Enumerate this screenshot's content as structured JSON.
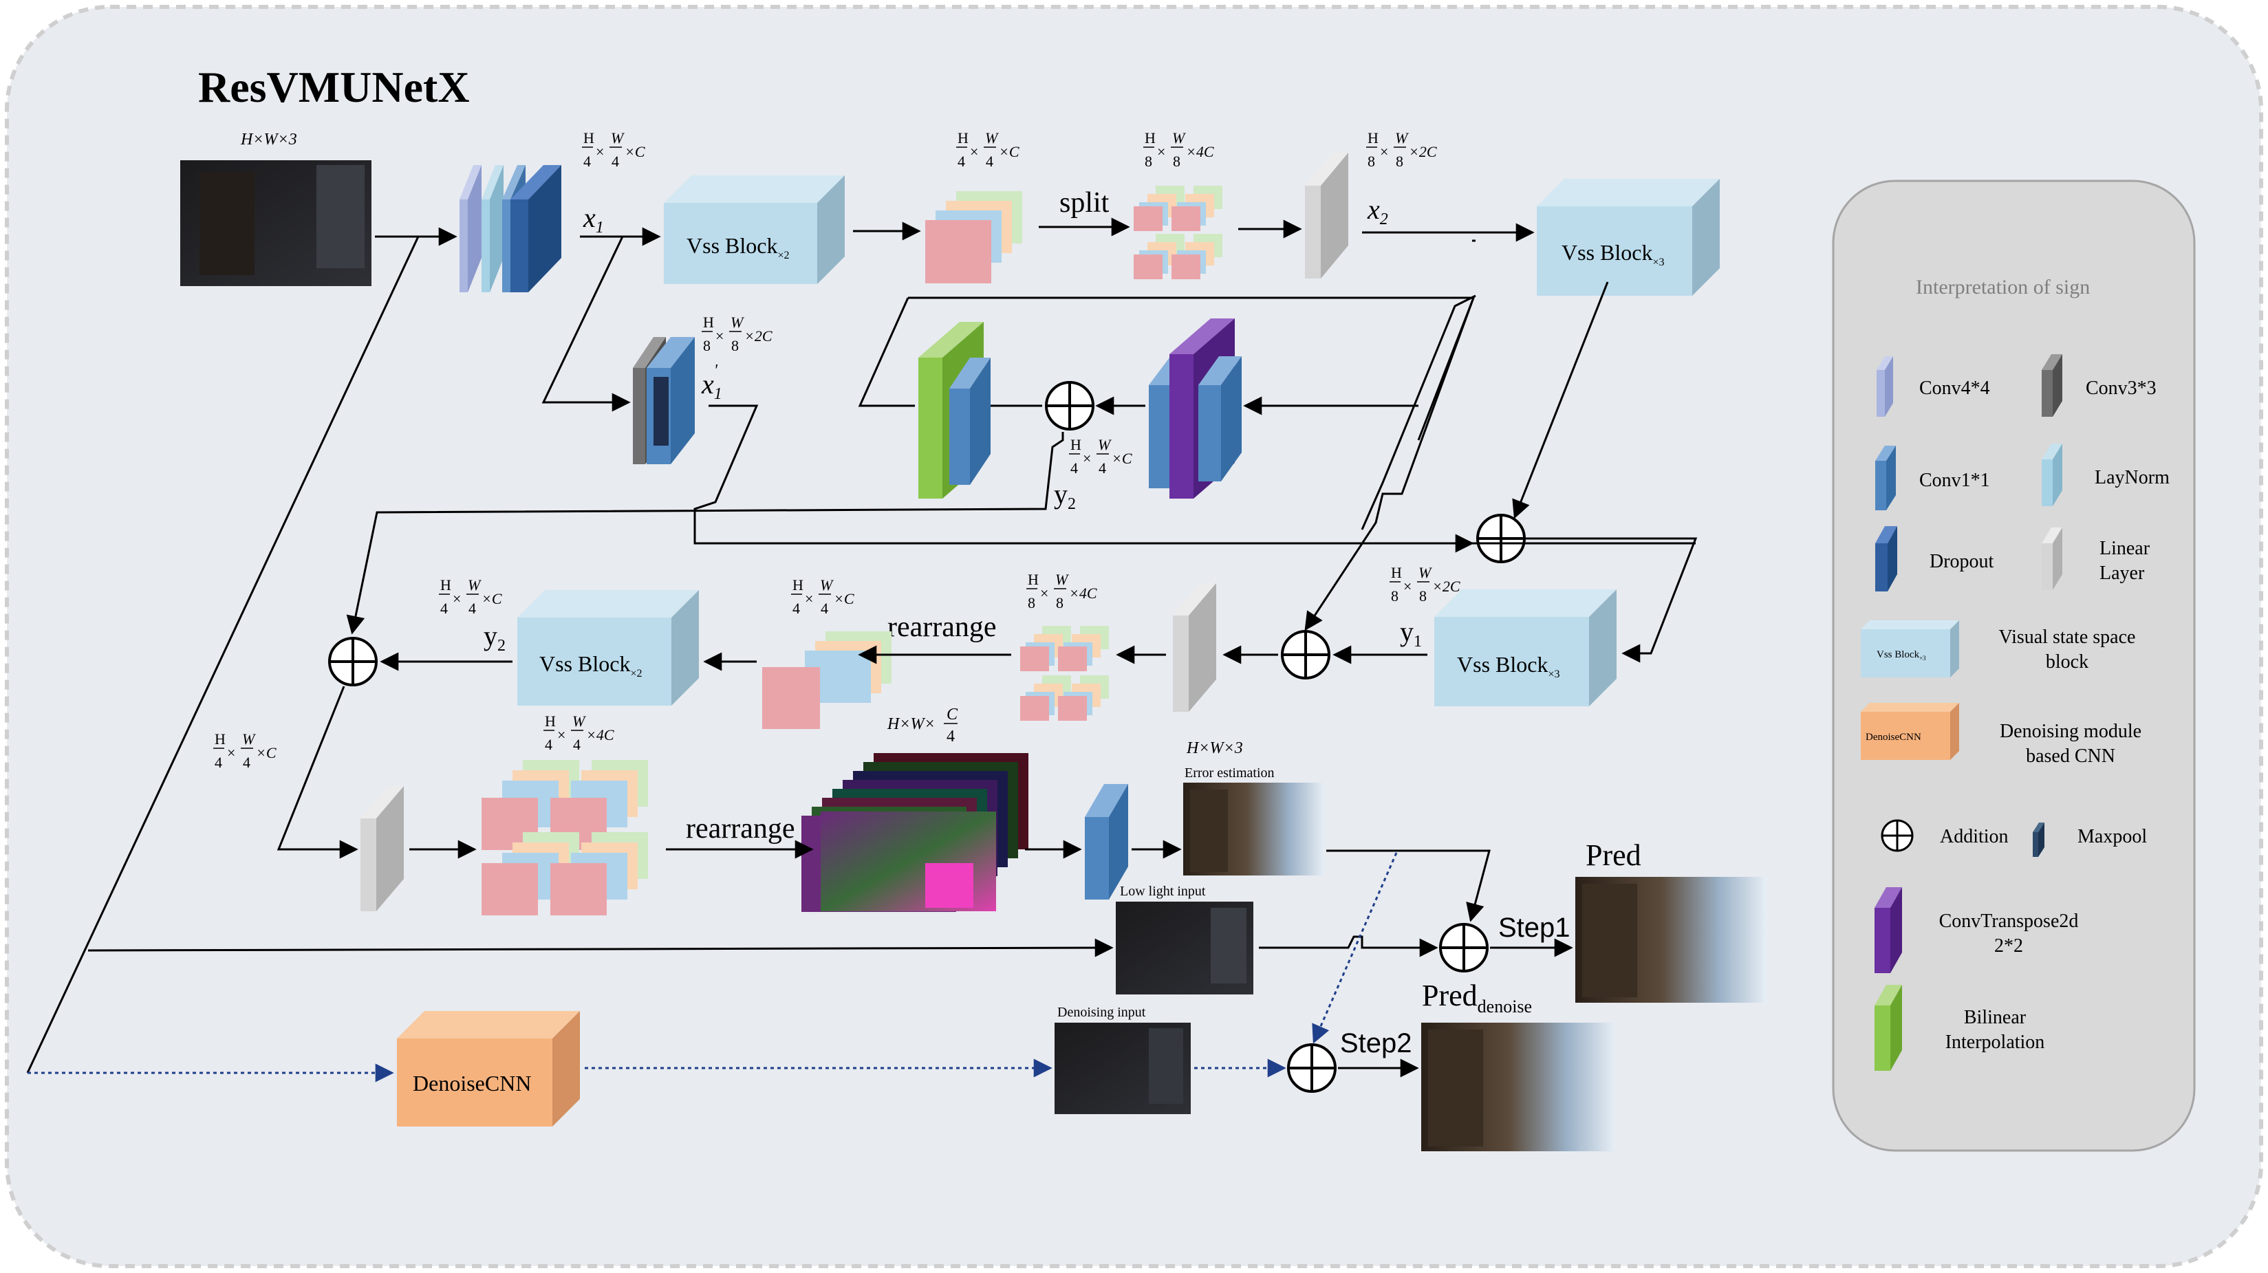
{
  "title": "ResVMUNetX",
  "dims": {
    "input": "H×W×3",
    "e1": [
      "H",
      "4",
      "W",
      "4",
      "×C"
    ],
    "e_split_in": [
      "H",
      "4",
      "W",
      "4",
      "×C"
    ],
    "e_split_out": [
      "H",
      "8",
      "W",
      "8",
      "×4C"
    ],
    "e_x2": [
      "H",
      "8",
      "W",
      "8",
      "×2C"
    ],
    "x1p": [
      "H",
      "8",
      "W",
      "8",
      "×2C"
    ],
    "y2_upper": [
      "H",
      "4",
      "W",
      "4",
      "×C"
    ],
    "d_vss2": [
      "H",
      "4",
      "W",
      "4",
      "×C"
    ],
    "d_rearr_out": [
      "H",
      "4",
      "W",
      "4",
      "×C"
    ],
    "d_rearr_in": [
      "H",
      "8",
      "W",
      "8",
      "×4C"
    ],
    "d_vss3": [
      "H",
      "8",
      "W",
      "8",
      "×2C"
    ],
    "left_mid": [
      "H",
      "4",
      "W",
      "4",
      "×C"
    ],
    "bot_rearr_in": [
      "H",
      "4",
      "W",
      "4",
      "×4C"
    ],
    "bot_rearr_out": [
      "H×W×",
      "C",
      "4"
    ],
    "err": "H×W×3"
  },
  "labels": {
    "vss_x2_a": "Vss Block",
    "vss_x2_a_sub": "×2",
    "vss_x3_a": "Vss Block",
    "vss_x3_a_sub": "×3",
    "vss_x3_b": "Vss Block",
    "vss_x3_b_sub": "×3",
    "vss_x2_b": "Vss Block",
    "vss_x2_b_sub": "×2",
    "split": "split",
    "rearrange_1": "rearrange",
    "rearrange_2": "rearrange",
    "x1": "x",
    "x1_sub": "1",
    "x2": "x",
    "x2_sub": "2",
    "x1p": "x",
    "x1p_sub": "1",
    "x1p_sup": "'",
    "y2a": "y",
    "y2a_sub": "2",
    "y2b": "y",
    "y2b_sub": "2",
    "y1": "y",
    "y1_sub": "1",
    "denoise": "DenoiseCNN",
    "error_estimation": "Error estimation",
    "low_light_input": "Low light input",
    "denoising_input": "Denoising input",
    "pred": "Pred",
    "pred_denoise": "Pred",
    "pred_denoise_sub": "denoise",
    "step1": "Step1",
    "step2": "Step2"
  },
  "legend": {
    "title": "Interpretation of sign",
    "items": [
      {
        "label": "Conv4*4",
        "color": "#aab6e0"
      },
      {
        "label": "Conv3*3",
        "color": "#6f6f6f"
      },
      {
        "label": "Conv1*1",
        "color": "#4f86c0"
      },
      {
        "label": "LayNorm",
        "color": "#a6d2e6"
      },
      {
        "label": "Dropout",
        "color": "#2f5f9f"
      },
      {
        "label": "Linear\nLayer",
        "color": "#d5d5d5"
      },
      {
        "label": "Visual state space\nblock",
        "box": "Vss Block",
        "box_sub": "×3"
      },
      {
        "label": "Denoising module\nbased CNN",
        "box": "DenoiseCNN"
      },
      {
        "label": "Addition"
      },
      {
        "label": "Maxpool",
        "color": "#2d4a6a"
      },
      {
        "label": "ConvTranspose2d\n2*2",
        "color": "#6a2fa0"
      },
      {
        "label": "Bilinear\nInterpolation",
        "color": "#8cc84b"
      }
    ]
  },
  "colors": {
    "vss": "#bcdcec",
    "denoise": "#f6b27d",
    "pink": "#e9a4aa",
    "frame": "#e8ebf0"
  }
}
